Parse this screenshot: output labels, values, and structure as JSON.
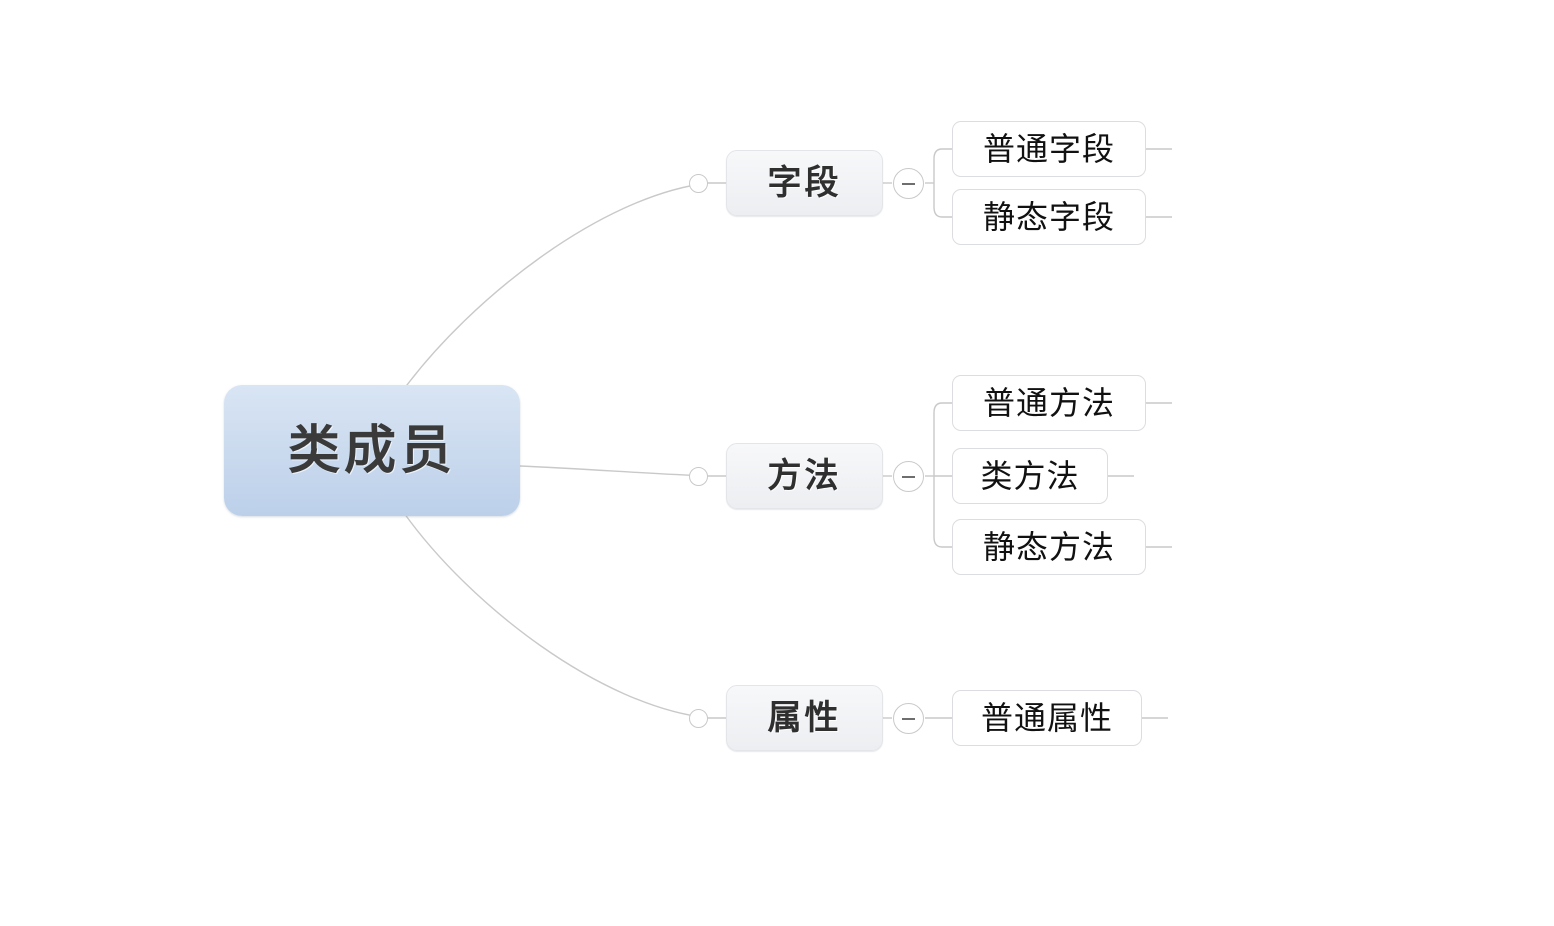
{
  "mindmap": {
    "root": {
      "label": "类成员"
    },
    "branches": [
      {
        "label": "字段",
        "toggle_icon": "minus-icon",
        "toggle_state": "expanded",
        "children": [
          {
            "label": "普通字段"
          },
          {
            "label": "静态字段"
          }
        ]
      },
      {
        "label": "方法",
        "toggle_icon": "minus-icon",
        "toggle_state": "expanded",
        "children": [
          {
            "label": "普通方法"
          },
          {
            "label": "类方法"
          },
          {
            "label": "静态方法"
          }
        ]
      },
      {
        "label": "属性",
        "toggle_icon": "minus-icon",
        "toggle_state": "expanded",
        "children": [
          {
            "label": "普通属性"
          }
        ]
      }
    ],
    "colors": {
      "background": "#ffffff",
      "root_fill_top": "#d9e5f4",
      "root_fill_bottom": "#bcd0ea",
      "root_text": "#3a3a3a",
      "branch_fill_top": "#f7f8fa",
      "branch_fill_bottom": "#eceef1",
      "branch_border": "#e3e5e9",
      "branch_text": "#2f2f2f",
      "leaf_fill": "#ffffff",
      "leaf_border": "#dcdde0",
      "leaf_text": "#111111",
      "edge_line": "#c9c9c9"
    }
  }
}
